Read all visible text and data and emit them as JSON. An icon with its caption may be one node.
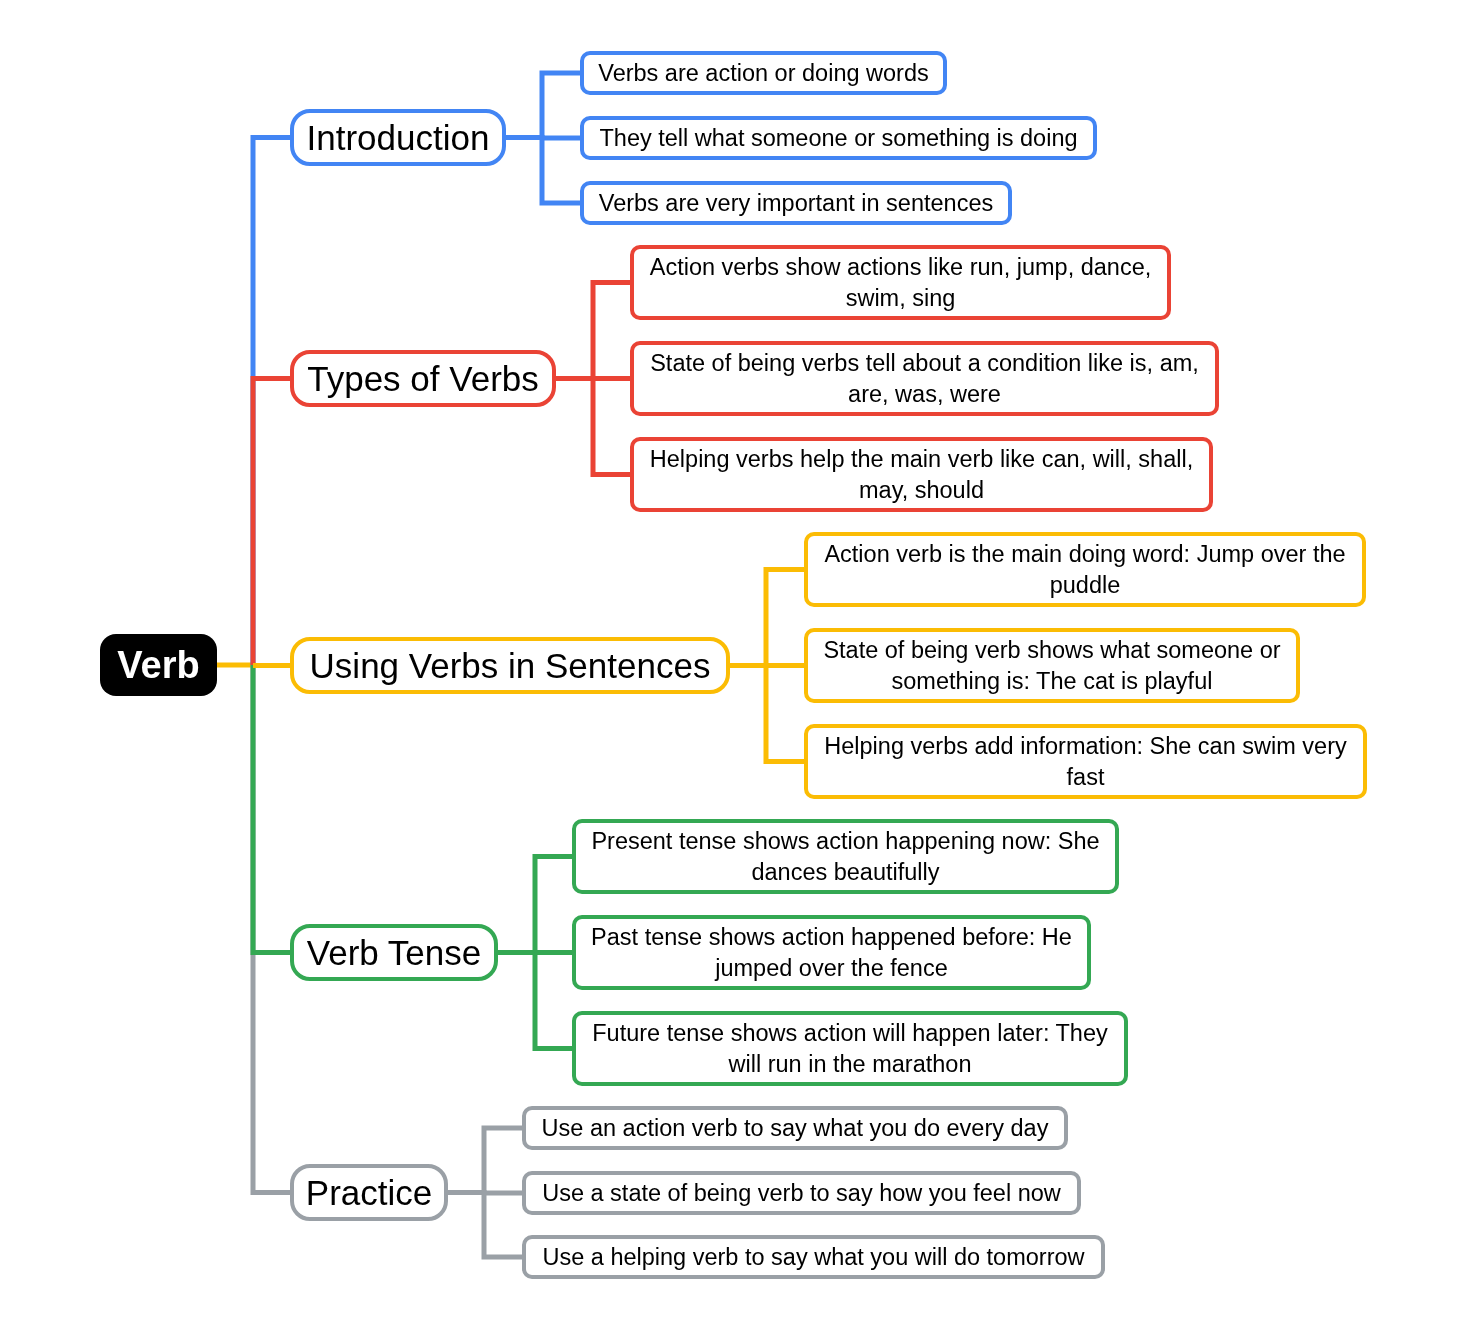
{
  "diagram": {
    "nodes": [
      {
        "text": [
          "Verb"
        ]
      },
      {
        "text": [
          "Introduction"
        ]
      },
      {
        "text": [
          "Verbs are action or doing words"
        ]
      },
      {
        "text": [
          "They tell what someone or something is doing"
        ]
      },
      {
        "text": [
          "Verbs are very important in sentences"
        ]
      },
      {
        "text": [
          "Types of Verbs"
        ]
      },
      {
        "text": [
          "Action verbs show actions like run, jump, dance, swim, sing"
        ]
      },
      {
        "text": [
          "State of being verbs tell about a condition like is, am, are, was, were"
        ]
      },
      {
        "text": [
          "Helping verbs help the main verb like can, will, shall, may, should"
        ]
      },
      {
        "text": [
          "Using Verbs in Sentences"
        ]
      },
      {
        "text": [
          "Action verb is the main doing word: Jump over the puddle"
        ]
      },
      {
        "text": [
          "State of being verb shows what someone or something is: The cat is playful"
        ]
      },
      {
        "text": [
          "Helping verbs add information: She can swim very fast"
        ]
      },
      {
        "text": [
          "Verb Tense"
        ]
      },
      {
        "text": [
          "Present tense shows action happening now: She dances beautifully"
        ]
      },
      {
        "text": [
          "Past tense shows action happened before: He jumped over the fence"
        ]
      },
      {
        "text": [
          "Future tense shows action will happen later: They will run in the marathon"
        ]
      },
      {
        "text": [
          "Practice"
        ]
      },
      {
        "text": [
          "Use an action verb to say what you do every day"
        ]
      },
      {
        "text": [
          "Use a state of being verb to say how you feel now"
        ]
      },
      {
        "text": [
          "Use a helping verb to say what you will do tomorrow"
        ]
      }
    ],
    "edges": [
      {
        "from": 0,
        "to": 1,
        "arrow": "none",
        "color": "#4285f4"
      },
      {
        "from": 1,
        "to": 2,
        "arrow": "none",
        "color": "#4285f4"
      },
      {
        "from": 1,
        "to": 3,
        "arrow": "none",
        "color": "#4285f4"
      },
      {
        "from": 1,
        "to": 4,
        "arrow": "none",
        "color": "#4285f4"
      },
      {
        "from": 0,
        "to": 5,
        "arrow": "none",
        "color": "#ea4335"
      },
      {
        "from": 5,
        "to": 6,
        "arrow": "none",
        "color": "#ea4335"
      },
      {
        "from": 5,
        "to": 7,
        "arrow": "none",
        "color": "#ea4335"
      },
      {
        "from": 5,
        "to": 8,
        "arrow": "none",
        "color": "#ea4335"
      },
      {
        "from": 0,
        "to": 9,
        "arrow": "none",
        "color": "#fbbc04"
      },
      {
        "from": 9,
        "to": 10,
        "arrow": "none",
        "color": "#fbbc04"
      },
      {
        "from": 9,
        "to": 11,
        "arrow": "none",
        "color": "#fbbc04"
      },
      {
        "from": 9,
        "to": 12,
        "arrow": "none",
        "color": "#fbbc04"
      },
      {
        "from": 0,
        "to": 13,
        "arrow": "none",
        "color": "#34a853"
      },
      {
        "from": 13,
        "to": 14,
        "arrow": "none",
        "color": "#34a853"
      },
      {
        "from": 13,
        "to": 15,
        "arrow": "none",
        "color": "#34a853"
      },
      {
        "from": 13,
        "to": 16,
        "arrow": "none",
        "color": "#34a853"
      },
      {
        "from": 0,
        "to": 17,
        "arrow": "none",
        "color": "#9aa0a6"
      },
      {
        "from": 17,
        "to": 18,
        "arrow": "none",
        "color": "#9aa0a6"
      },
      {
        "from": 17,
        "to": 19,
        "arrow": "none",
        "color": "#9aa0a6"
      },
      {
        "from": 17,
        "to": 20,
        "arrow": "none",
        "color": "#9aa0a6"
      }
    ]
  }
}
